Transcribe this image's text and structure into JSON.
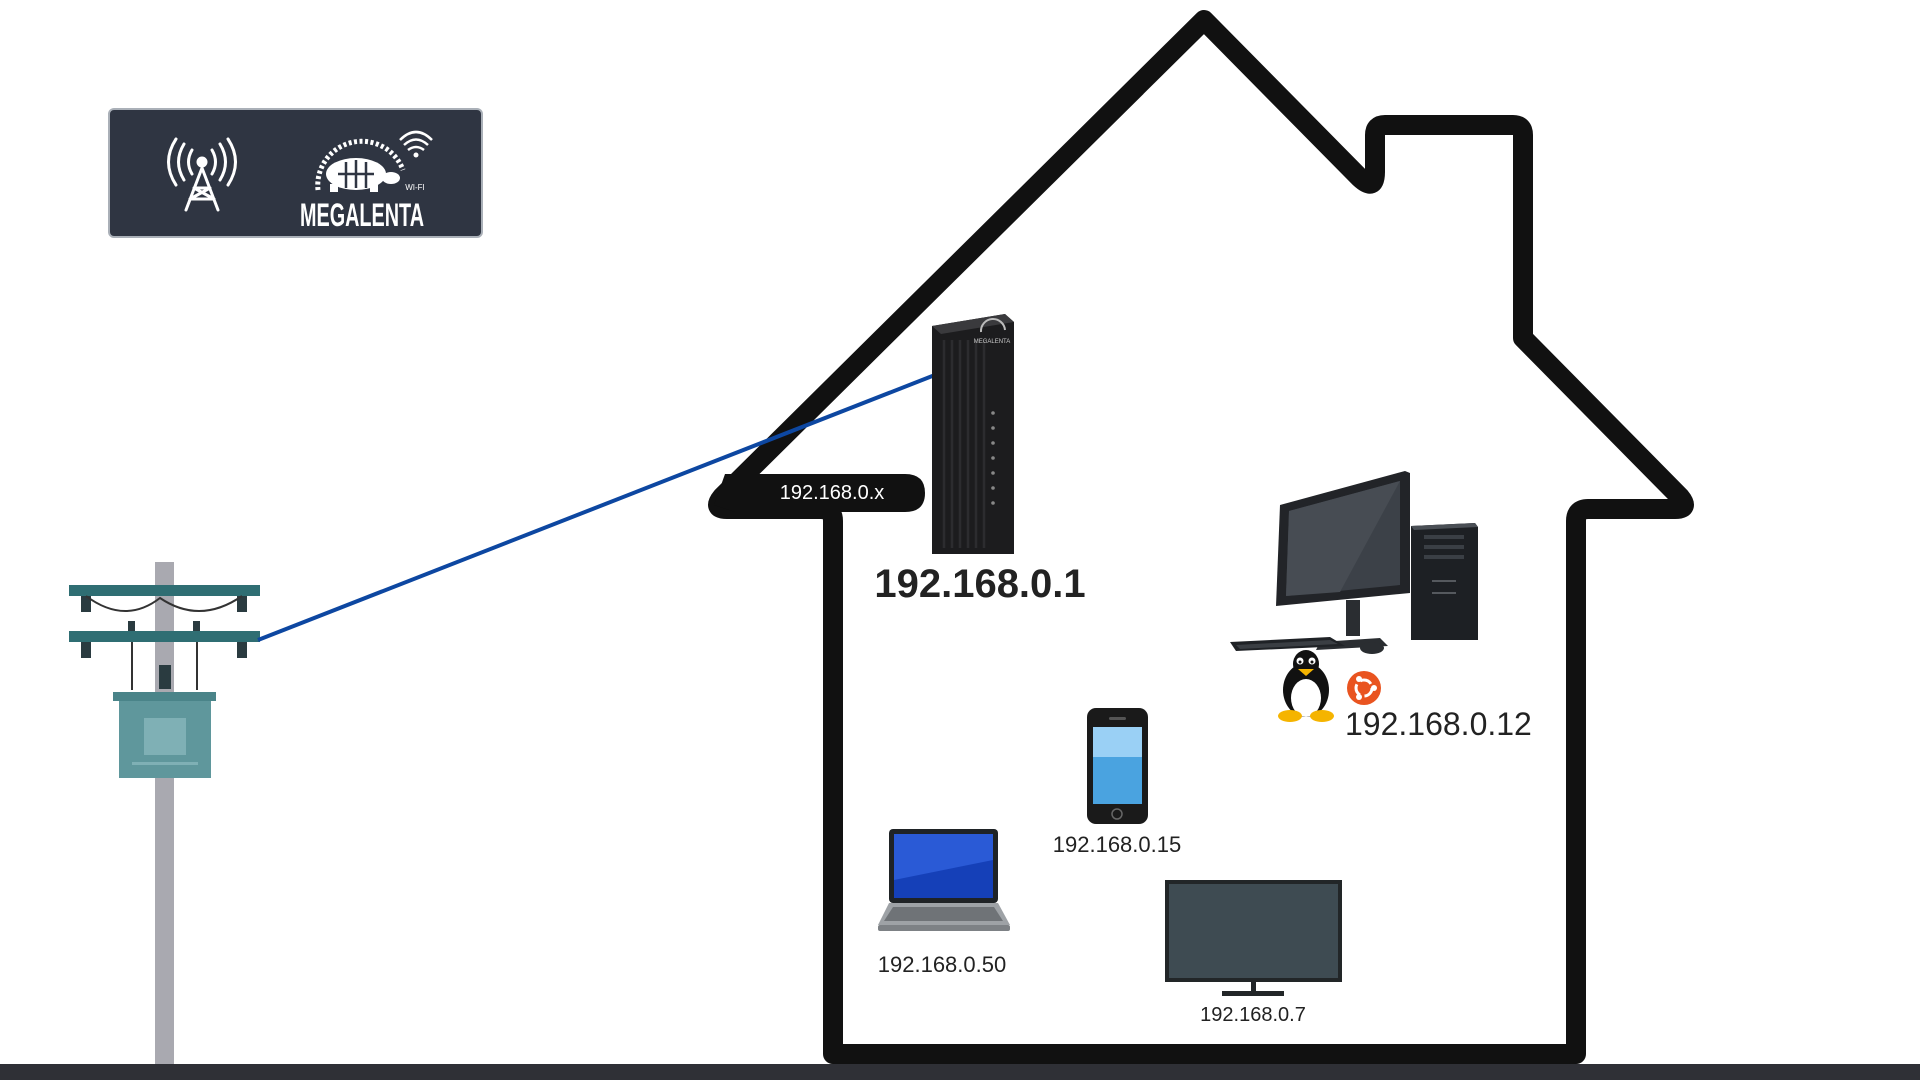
{
  "isp": {
    "name": "MEGALENTA",
    "sub_label": "WI-FI",
    "tower_icon": "radio-tower-icon",
    "logo_icon": "tortoise-wifi-logo",
    "panel_color": "#2f3542"
  },
  "router": {
    "wan_ip": "192.168.0.x",
    "lan_ip": "192.168.0.1",
    "icon": "router-icon",
    "brand": "MEGALENTA"
  },
  "devices": {
    "desktop": {
      "ip": "192.168.0.12",
      "icon": "desktop-computer-icon",
      "os_icons": [
        "linux-tux-icon",
        "ubuntu-icon"
      ]
    },
    "phone": {
      "ip": "192.168.0.15",
      "icon": "smartphone-icon"
    },
    "laptop": {
      "ip": "192.168.0.50",
      "icon": "laptop-icon"
    },
    "tv": {
      "ip": "192.168.0.7",
      "icon": "television-icon"
    }
  },
  "colors": {
    "cable": "#0d47a1",
    "house_outline": "#111111",
    "ground": "#2f3036",
    "pole": "#a9a9b0",
    "pole_equipment": "#5f979c",
    "ubuntu": "#e95420"
  }
}
